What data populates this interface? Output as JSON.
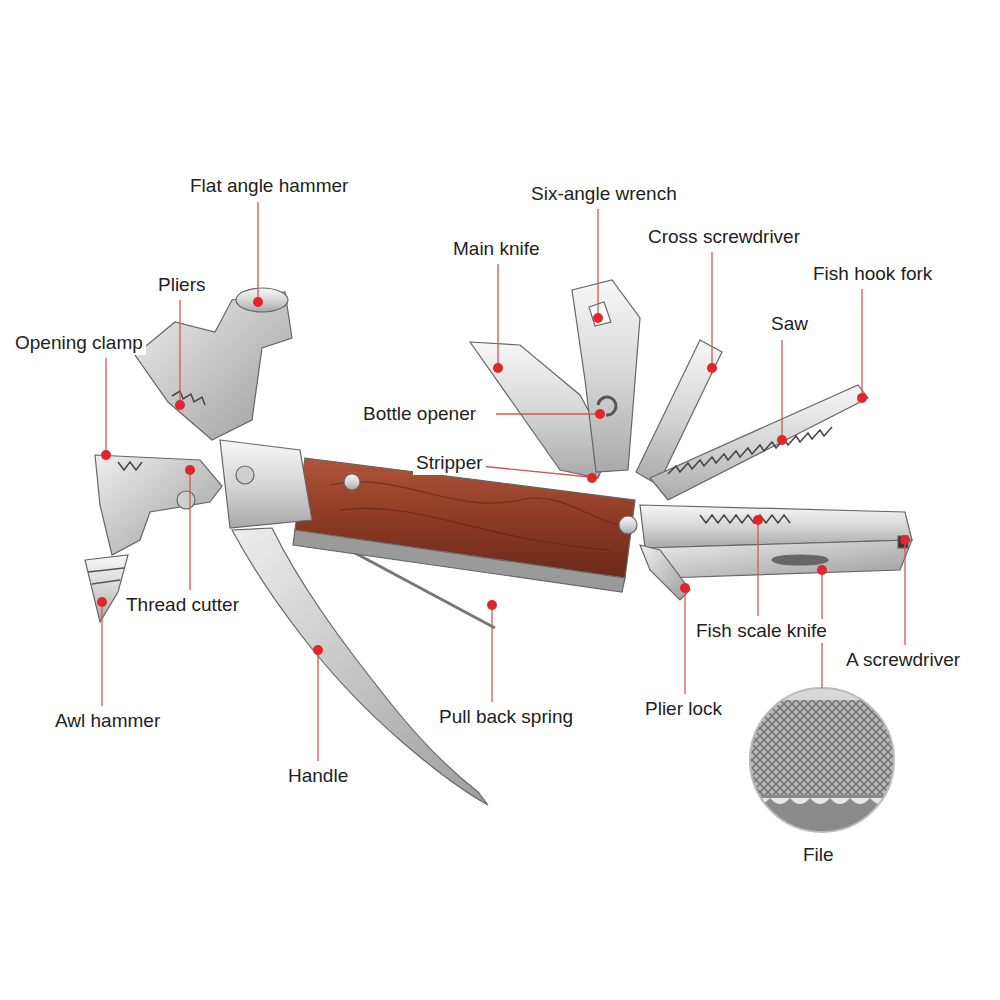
{
  "diagram": {
    "labels": [
      "Flat angle hammer",
      "Pliers",
      "Opening clamp",
      "Main knife",
      "Six-angle wrench",
      "Cross screwdriver",
      "Fish hook fork",
      "Saw",
      "Bottle opener",
      "Stripper",
      "Thread cutter",
      "Awl hammer",
      "Handle",
      "Pull back spring",
      "Plier lock",
      "Fish scale knife",
      "A screwdriver",
      "File"
    ]
  }
}
